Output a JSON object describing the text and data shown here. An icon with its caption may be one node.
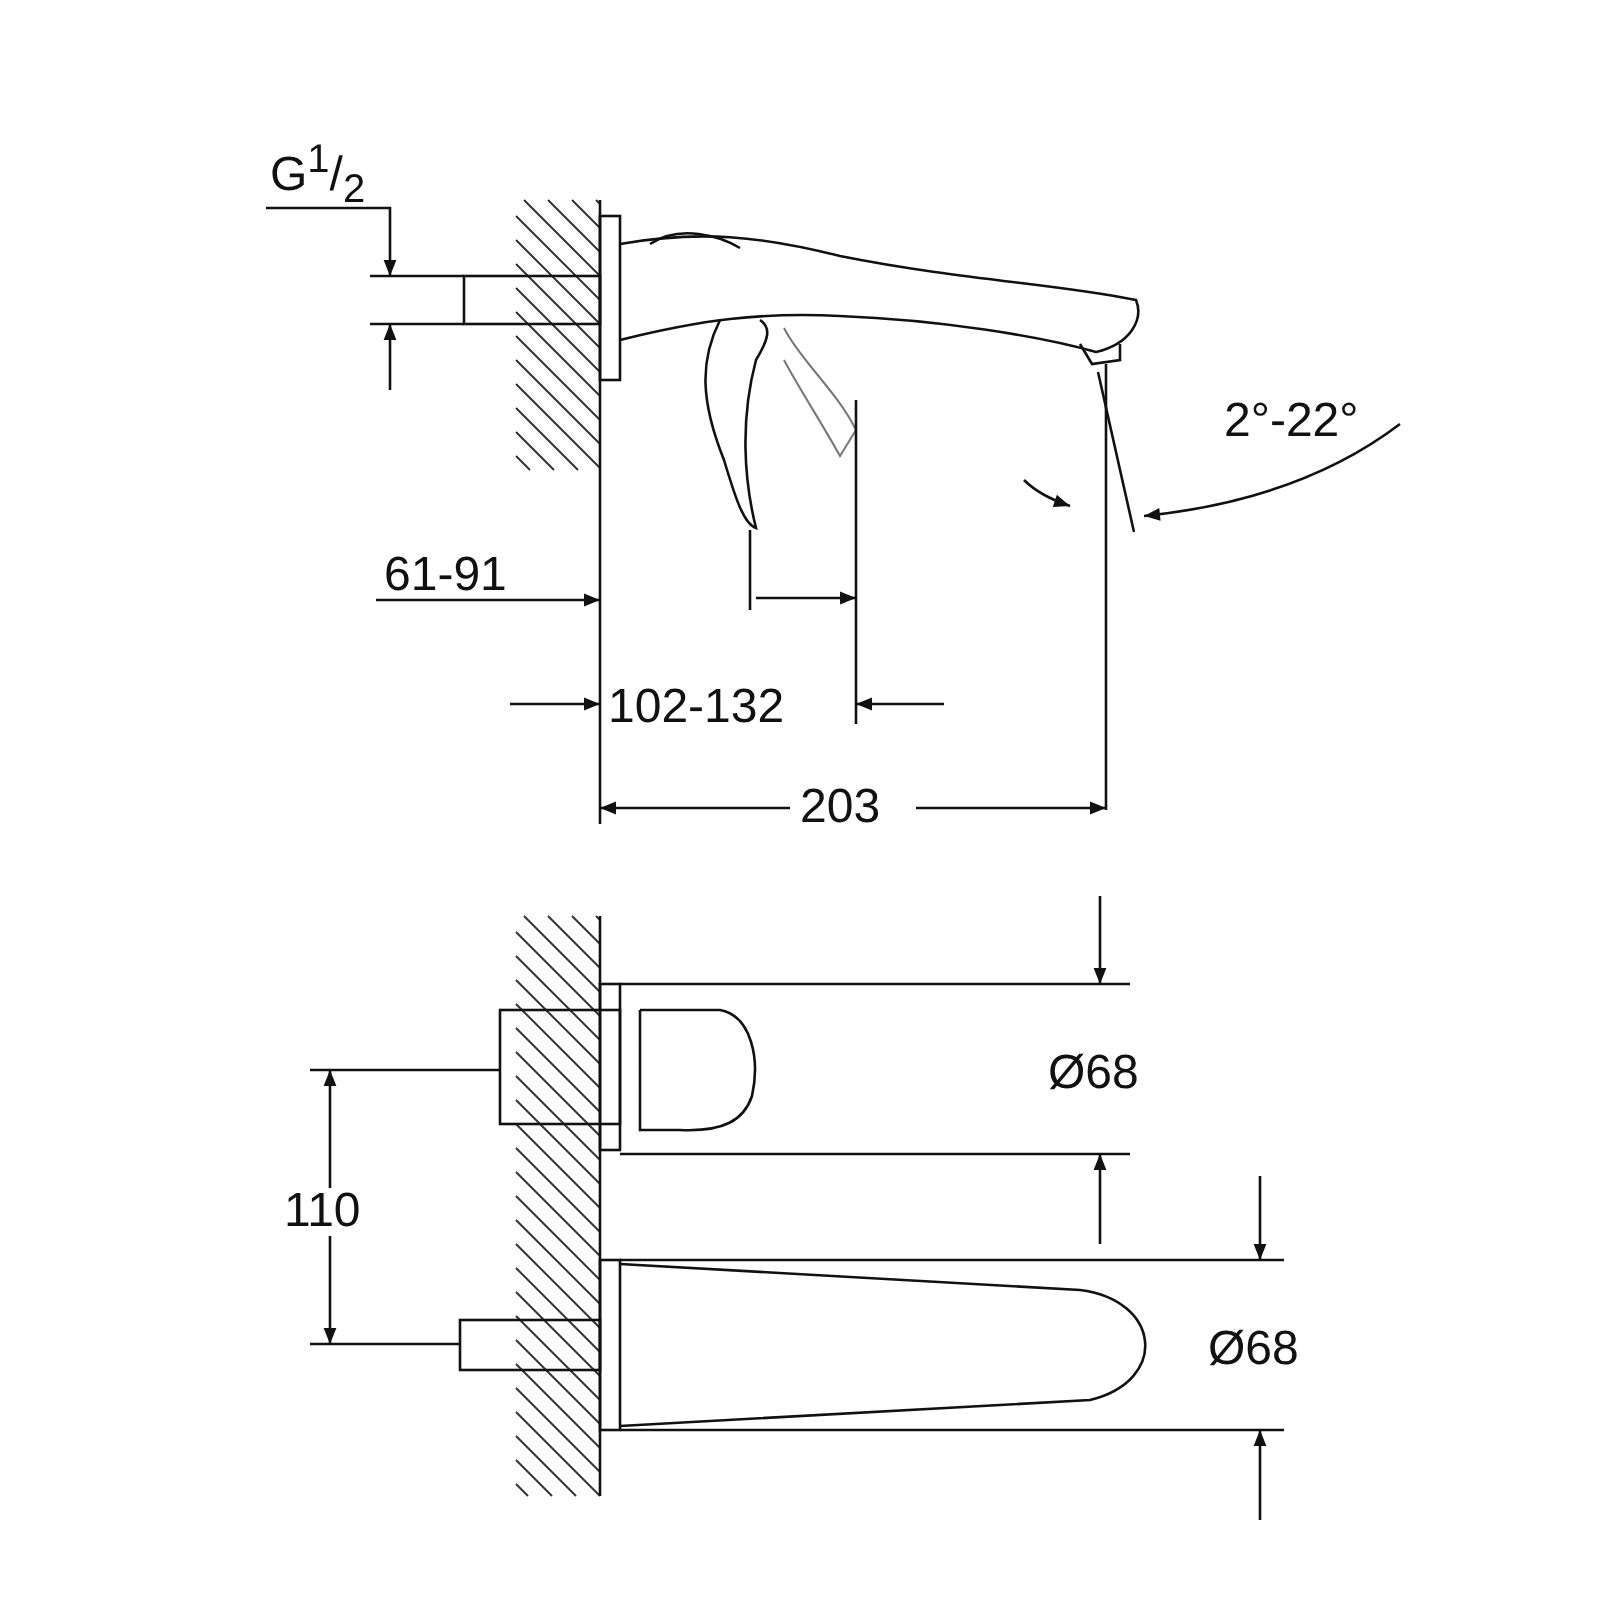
{
  "diagram": {
    "labels": [
      "G$^{1}$/$_{2}$",
      "2°-22°",
      "61-91",
      "102-132",
      "203",
      "Ø68",
      "110",
      "Ø68"
    ]
  }
}
